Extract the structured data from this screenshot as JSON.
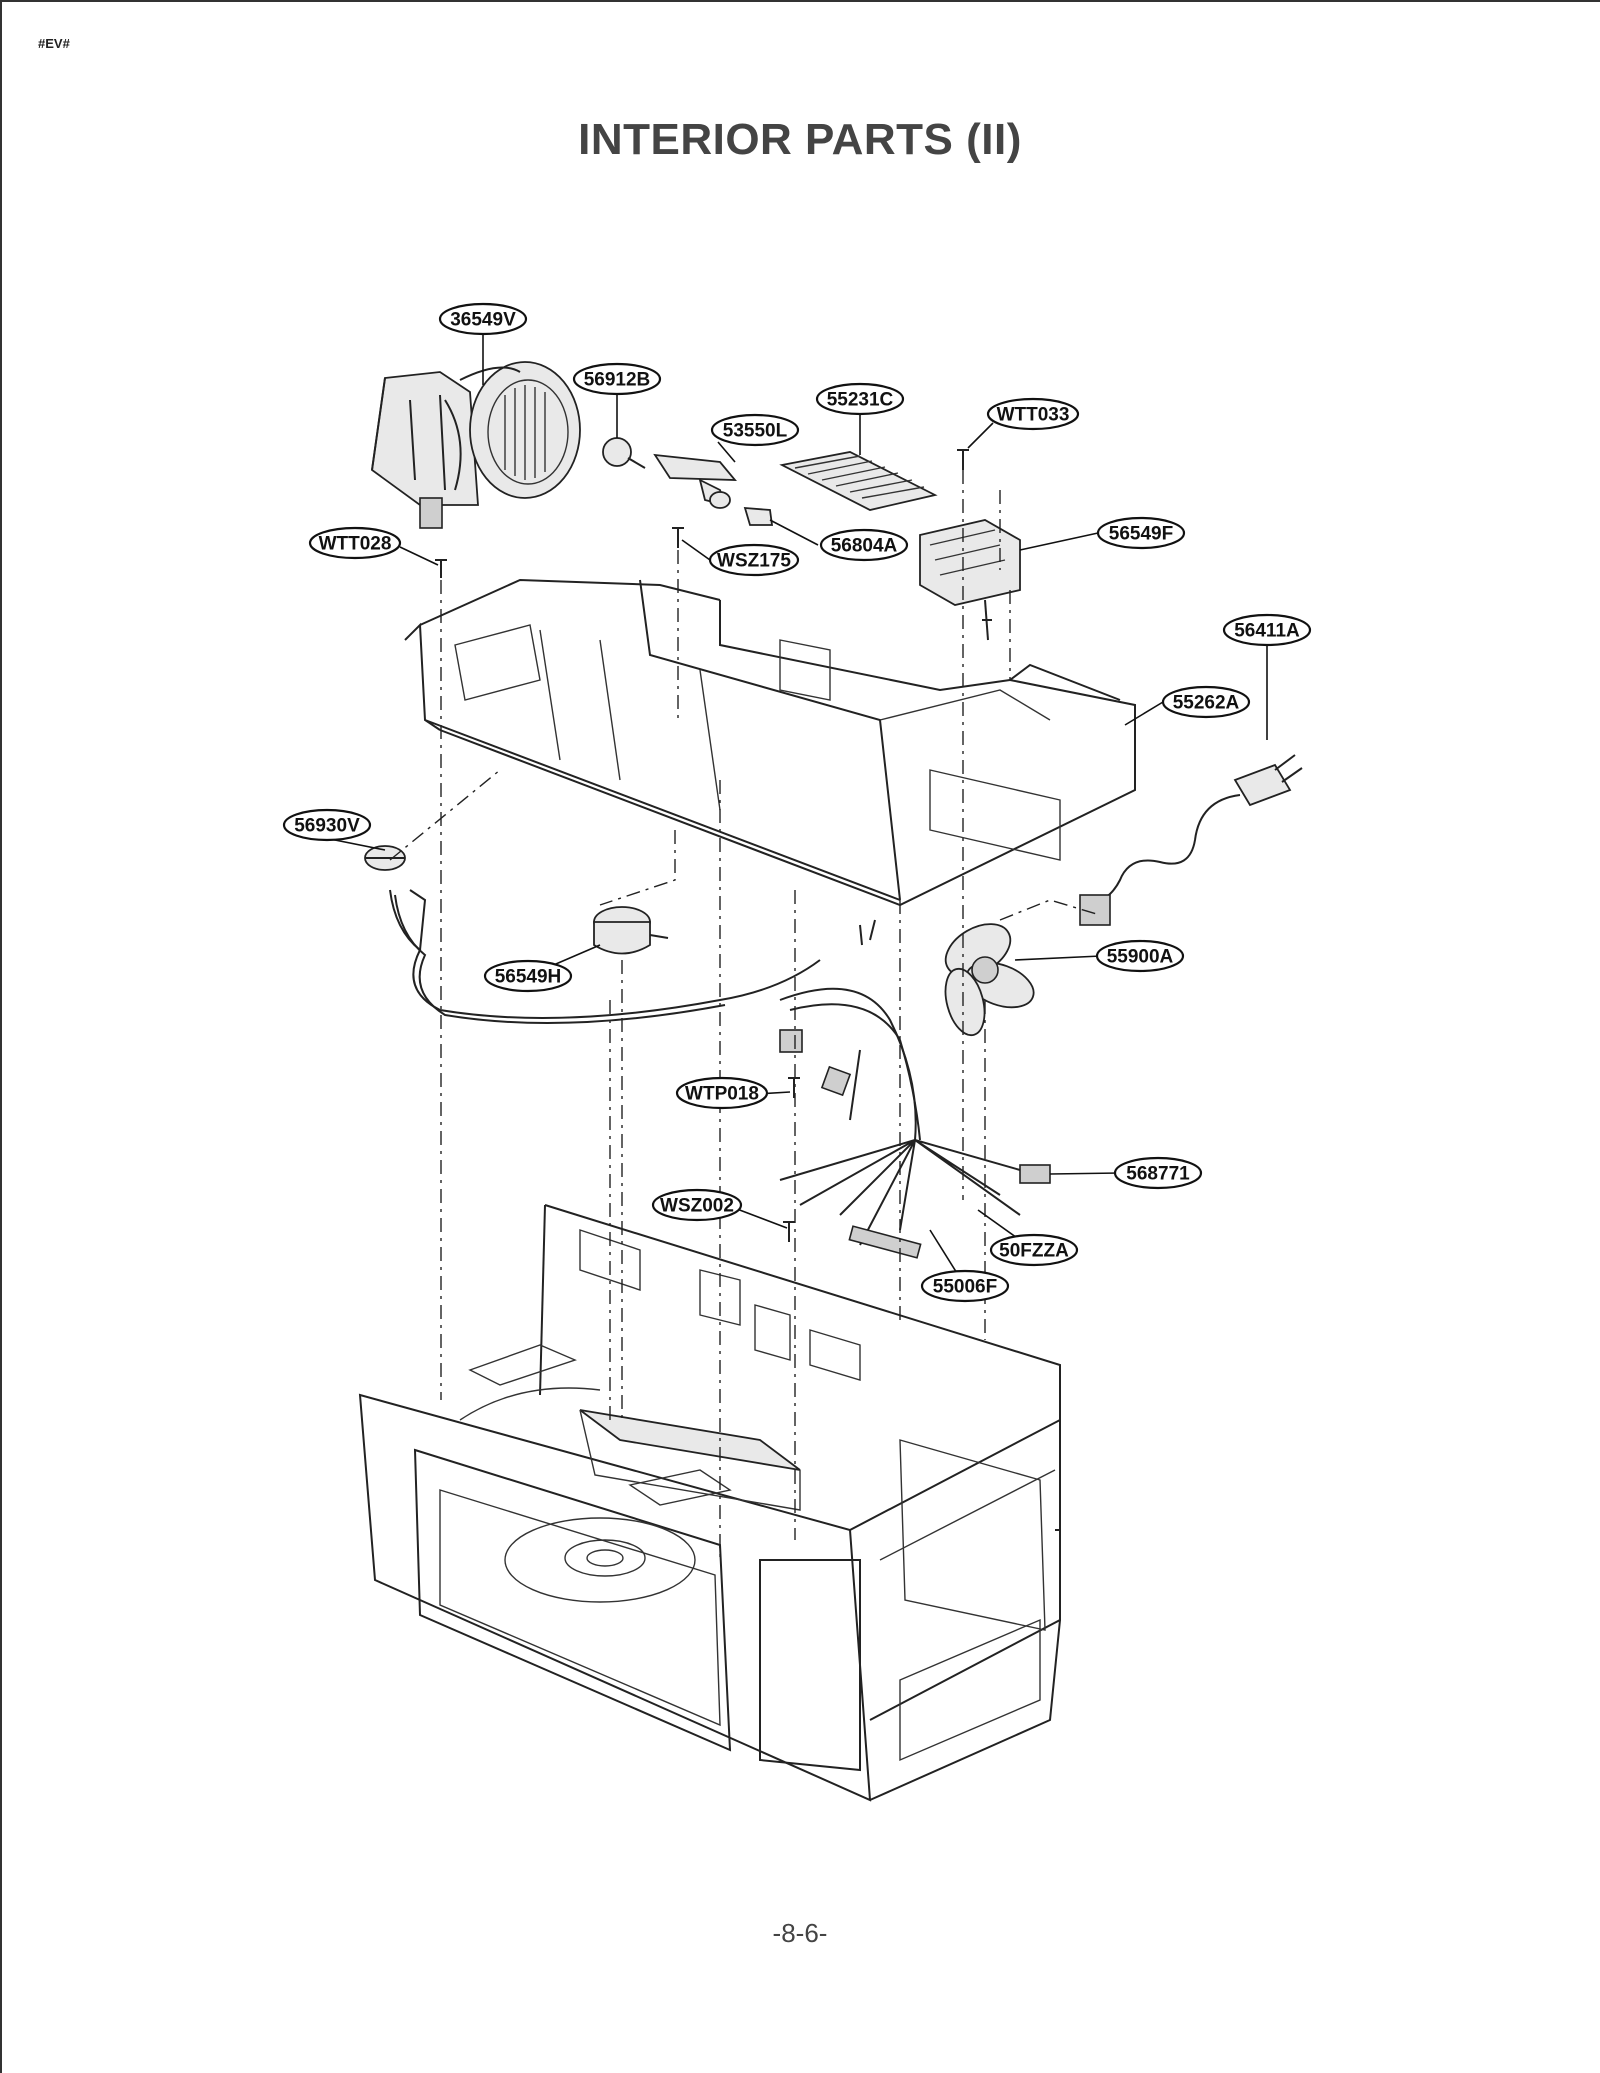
{
  "header": {
    "doc_code": "#EV#",
    "title": "INTERIOR PARTS (II)"
  },
  "footer": {
    "page_number": "-8-6-"
  },
  "callouts": [
    {
      "id": "fan-motor-blower",
      "label": "36549V"
    },
    {
      "id": "lamp",
      "label": "56912B"
    },
    {
      "id": "lamp-socket",
      "label": "53550L"
    },
    {
      "id": "filter",
      "label": "55231C"
    },
    {
      "id": "screw-top-right",
      "label": "WTT033"
    },
    {
      "id": "screw-left",
      "label": "WTT028"
    },
    {
      "id": "screw-center",
      "label": "WSZ175"
    },
    {
      "id": "fuse-holder",
      "label": "56804A"
    },
    {
      "id": "motor",
      "label": "56549F"
    },
    {
      "id": "power-cord",
      "label": "56411A"
    },
    {
      "id": "base-plate",
      "label": "55262A"
    },
    {
      "id": "thermostat",
      "label": "56930V"
    },
    {
      "id": "fan-blade",
      "label": "55900A"
    },
    {
      "id": "turntable-motor",
      "label": "56549H"
    },
    {
      "id": "screw-wire",
      "label": "WTP018"
    },
    {
      "id": "wire-harness",
      "label": "568771"
    },
    {
      "id": "screw-bottom",
      "label": "WSZ002"
    },
    {
      "id": "fuse",
      "label": "50FZZA"
    },
    {
      "id": "wire-clamp",
      "label": "55006F"
    }
  ]
}
